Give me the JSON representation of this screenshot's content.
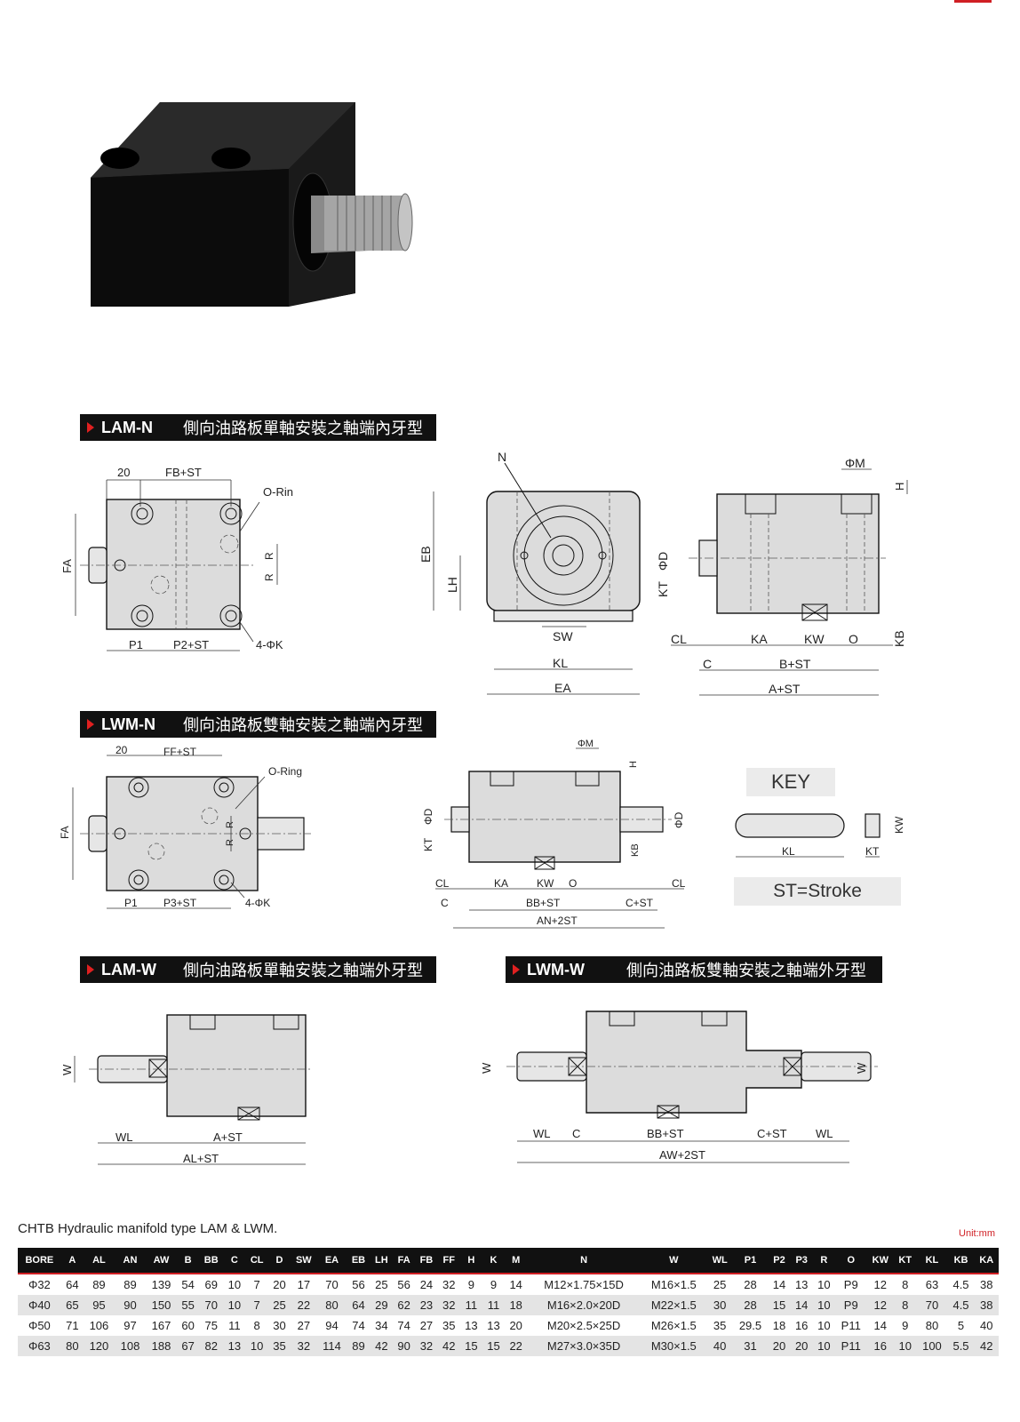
{
  "sections": [
    {
      "code": "LAM-N",
      "title": "側向油路板單軸安裝之軸端內牙型"
    },
    {
      "code": "LWM-N",
      "title": "側向油路板雙軸安裝之軸端內牙型"
    },
    {
      "code": "LAM-W",
      "title": "側向油路板單軸安裝之軸端外牙型"
    },
    {
      "code": "LWM-W",
      "title": "側向油路板雙軸安裝之軸端外牙型"
    }
  ],
  "dims": {
    "d20": "20",
    "fb_st": "FB+ST",
    "ff_st": "FF+ST",
    "oring_a": "O-Rin",
    "oring_b": "O-Ring",
    "fa": "FA",
    "r": "R",
    "p1": "P1",
    "p2_st": "P2+ST",
    "p3_st": "P3+ST",
    "k4": "4-ΦK",
    "n": "N",
    "eb": "EB",
    "lh": "LH",
    "sw": "SW",
    "kl": "KL",
    "ea": "EA",
    "phim": "ΦM",
    "h": "H",
    "phid": "ΦD",
    "kt": "KT",
    "kb": "KB",
    "cl": "CL",
    "ka": "KA",
    "kw": "KW",
    "o": "O",
    "c": "C",
    "b_st": "B+ST",
    "a_st": "A+ST",
    "bb_st": "BB+ST",
    "c_st": "C+ST",
    "an_2st": "AN+2ST",
    "w": "W",
    "wl": "WL",
    "al_st": "AL+ST",
    "aw_2st": "AW+2ST"
  },
  "key_label": "KEY",
  "stroke_label": "ST=Stroke",
  "caption": "CHTB Hydraulic manifold type LAM & LWM.",
  "unit": "Unit:mm",
  "table": {
    "headers": [
      "BORE",
      "A",
      "AL",
      "AN",
      "AW",
      "B",
      "BB",
      "C",
      "CL",
      "D",
      "SW",
      "EA",
      "EB",
      "LH",
      "FA",
      "FB",
      "FF",
      "H",
      "K",
      "M",
      "N",
      "W",
      "WL",
      "P1",
      "P2",
      "P3",
      "R",
      "O",
      "KW",
      "KT",
      "KL",
      "KB",
      "KA"
    ],
    "rows": [
      [
        "Φ32",
        "64",
        "89",
        "89",
        "139",
        "54",
        "69",
        "10",
        "7",
        "20",
        "17",
        "70",
        "56",
        "25",
        "56",
        "24",
        "32",
        "9",
        "9",
        "14",
        "M12×1.75×15D",
        "M16×1.5",
        "25",
        "28",
        "14",
        "13",
        "10",
        "P9",
        "12",
        "8",
        "63",
        "4.5",
        "38"
      ],
      [
        "Φ40",
        "65",
        "95",
        "90",
        "150",
        "55",
        "70",
        "10",
        "7",
        "25",
        "22",
        "80",
        "64",
        "29",
        "62",
        "23",
        "32",
        "11",
        "11",
        "18",
        "M16×2.0×20D",
        "M22×1.5",
        "30",
        "28",
        "15",
        "14",
        "10",
        "P9",
        "12",
        "8",
        "70",
        "4.5",
        "38"
      ],
      [
        "Φ50",
        "71",
        "106",
        "97",
        "167",
        "60",
        "75",
        "11",
        "8",
        "30",
        "27",
        "94",
        "74",
        "34",
        "74",
        "27",
        "35",
        "13",
        "13",
        "20",
        "M20×2.5×25D",
        "M26×1.5",
        "35",
        "29.5",
        "18",
        "16",
        "10",
        "P11",
        "14",
        "9",
        "80",
        "5",
        "40"
      ],
      [
        "Φ63",
        "80",
        "120",
        "108",
        "188",
        "67",
        "82",
        "13",
        "10",
        "35",
        "32",
        "114",
        "89",
        "42",
        "90",
        "32",
        "42",
        "15",
        "15",
        "22",
        "M27×3.0×35D",
        "M30×1.5",
        "40",
        "31",
        "20",
        "20",
        "10",
        "P11",
        "16",
        "10",
        "100",
        "5.5",
        "42"
      ]
    ]
  }
}
